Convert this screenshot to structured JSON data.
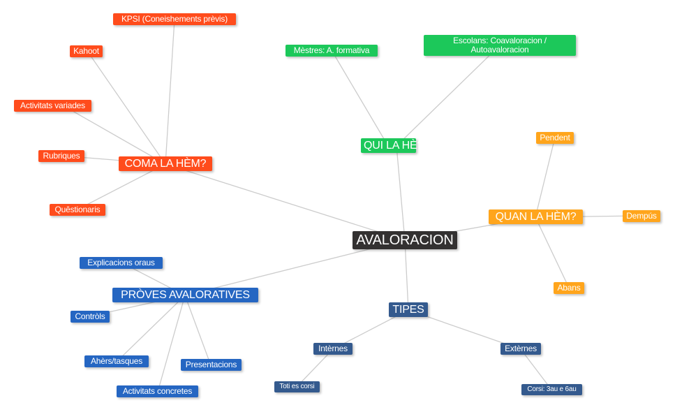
{
  "colors": {
    "coma": "#ff4c1c",
    "qui": "#1cc85a",
    "quan": "#ffa51c",
    "proves": "#2566c2",
    "tipes": "#345a8e",
    "root": "#333131",
    "link": "#cccccc"
  },
  "root": "AVALORACION",
  "coma": {
    "label": "COMA LA HÈM?",
    "children": [
      "KPSI (Coneishements prèvis)",
      "Kahoot",
      "Activitats variades",
      "Rubriques",
      "Quêstionaris"
    ]
  },
  "qui": {
    "label": "QUI LA HÈ?",
    "children": [
      "Mèstres: A. formativa",
      "Escolans: Coavaloracion / Autoavaloracion"
    ]
  },
  "quan": {
    "label": "QUAN LA HÈM?",
    "children": [
      "Pendent",
      "Dempús",
      "Abans"
    ]
  },
  "proves": {
    "label": "PRÒVES AVALORATIVES",
    "children": [
      "Explicacions oraus",
      "Contròls",
      "Ahèrs/tasques",
      "Activitats concretes",
      "Presentacions"
    ]
  },
  "tipes": {
    "label": "TIPES",
    "children": [
      {
        "label": "Intèrnes",
        "child": "Toti es corsi"
      },
      {
        "label": "Extèrnes",
        "child": "Corsi: 3au e 6au"
      }
    ]
  }
}
